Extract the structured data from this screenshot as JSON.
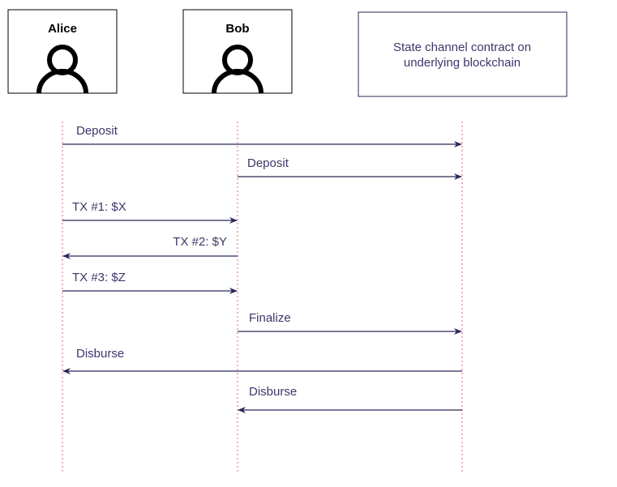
{
  "participants": {
    "alice": {
      "name": "Alice",
      "icon": "person-icon"
    },
    "bob": {
      "name": "Bob",
      "icon": "person-icon"
    },
    "contract": {
      "line1": "State channel contract on",
      "line2": "underlying blockchain"
    }
  },
  "messages": [
    {
      "label": "Deposit",
      "from": "alice",
      "to": "contract"
    },
    {
      "label": "Deposit",
      "from": "bob",
      "to": "contract"
    },
    {
      "label": "TX #1: $X",
      "from": "alice",
      "to": "bob"
    },
    {
      "label": "TX #2: $Y",
      "from": "bob",
      "to": "alice"
    },
    {
      "label": "TX #3: $Z",
      "from": "alice",
      "to": "bob"
    },
    {
      "label": "Finalize",
      "from": "bob",
      "to": "contract"
    },
    {
      "label": "Disburse",
      "from": "contract",
      "to": "alice"
    },
    {
      "label": "Disburse",
      "from": "contract",
      "to": "bob"
    }
  ],
  "colors": {
    "arrow": "#2b2858",
    "label": "#3a376a",
    "lifeline": "#e0627a",
    "border": "#2b2858",
    "box_border": "#000000"
  }
}
